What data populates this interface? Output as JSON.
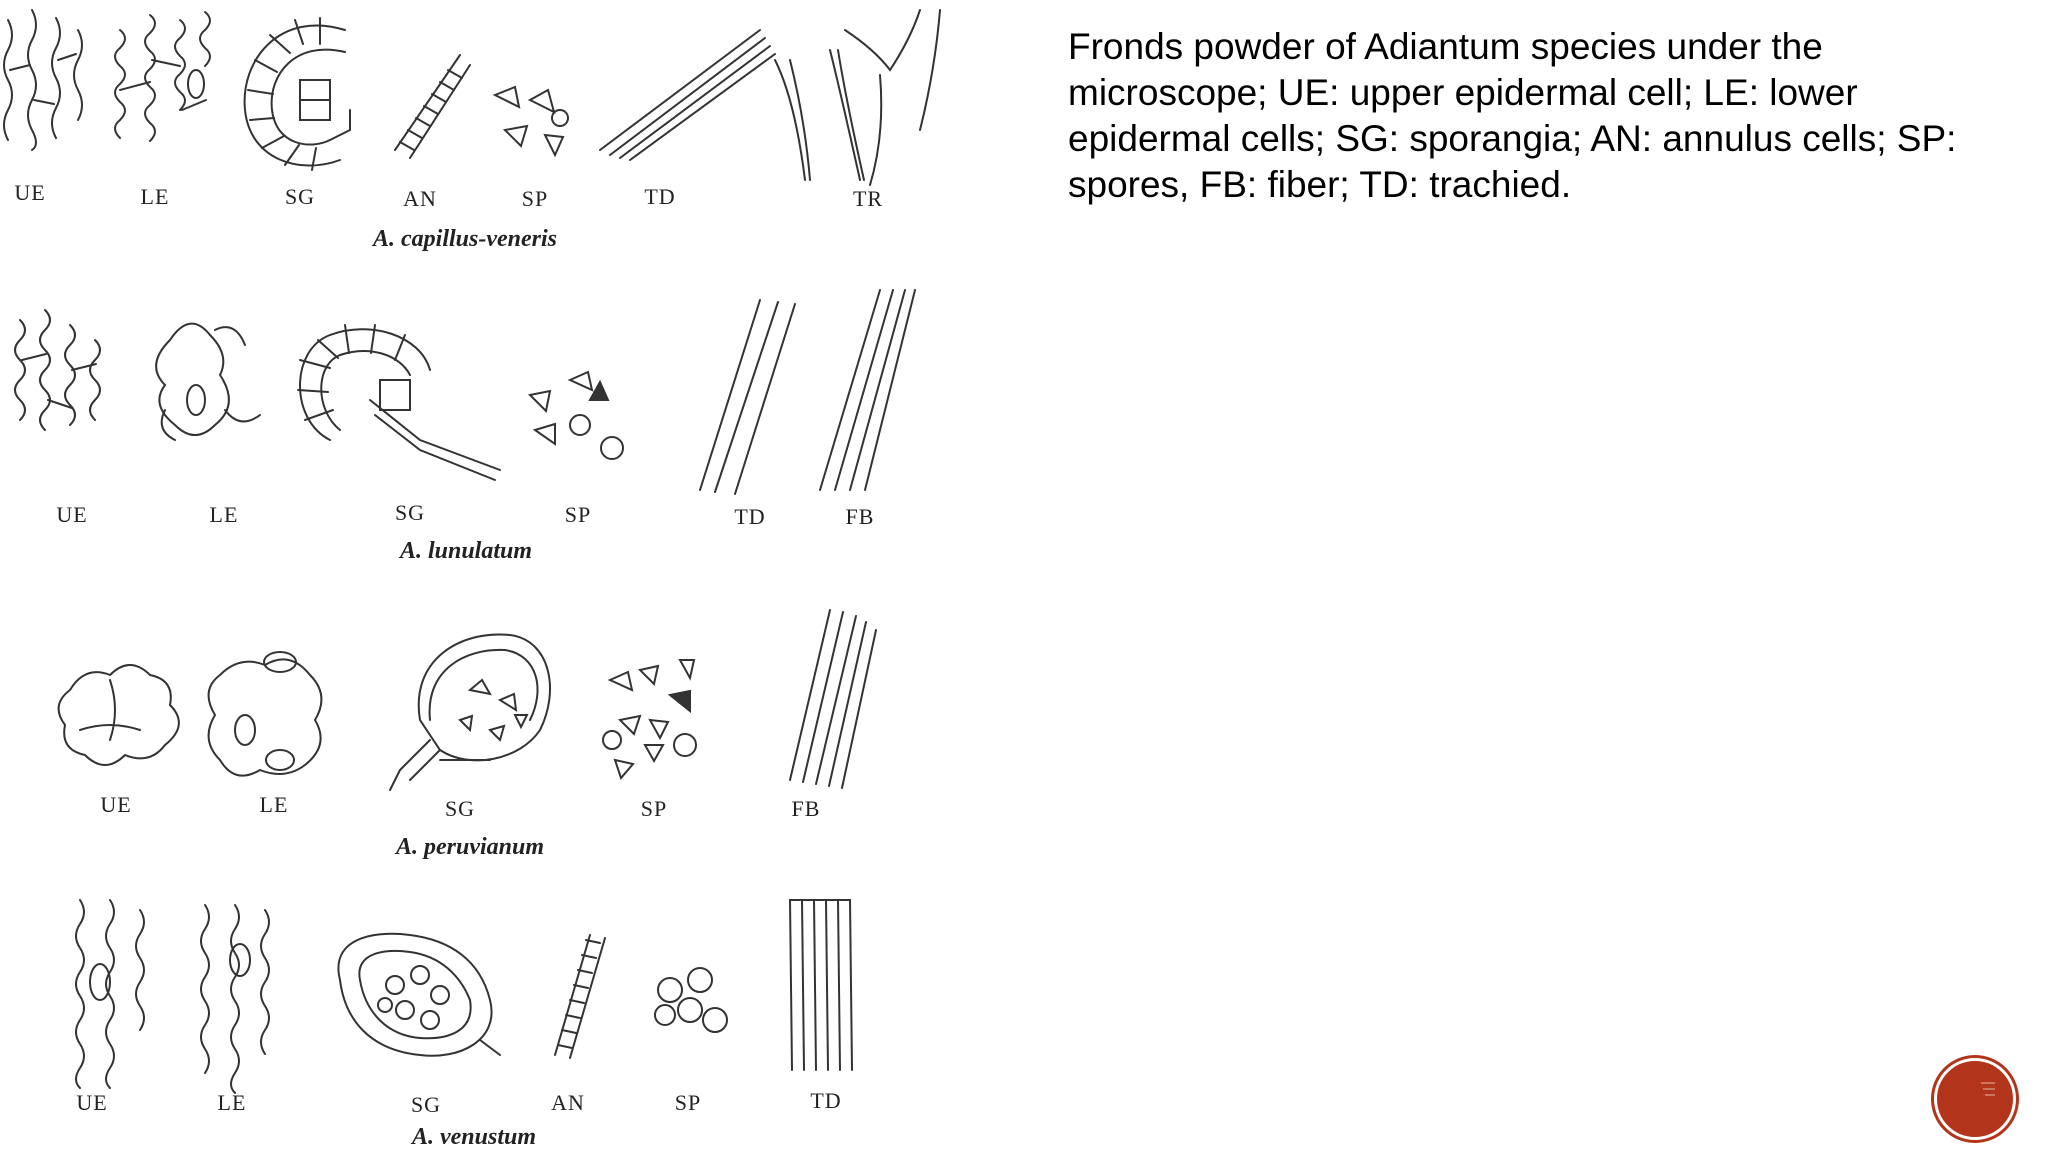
{
  "slide": {
    "caption": "Fronds powder of Adiantum species under the microscope; UE: upper epidermal cell; LE: lower epidermal cells; SG: sporangia; AN: annulus cells; SP: spores, FB: fiber; TD: trachied.",
    "nav_button_icon": "next-slide-icon",
    "accent_color": "#b2341a"
  },
  "figure": {
    "rows": [
      {
        "species": "A. capillus-veneris",
        "labels": [
          "UE",
          "LE",
          "SG",
          "AN",
          "SP",
          "TD",
          "TR"
        ]
      },
      {
        "species": "A. lunulatum",
        "labels": [
          "UE",
          "LE",
          "SG",
          "SP",
          "TD",
          "FB"
        ]
      },
      {
        "species": "A. peruvianum",
        "labels": [
          "UE",
          "LE",
          "SG",
          "SP",
          "FB"
        ]
      },
      {
        "species": "A. venustum",
        "labels": [
          "UE",
          "LE",
          "SG",
          "AN",
          "SP",
          "TD"
        ]
      }
    ]
  }
}
